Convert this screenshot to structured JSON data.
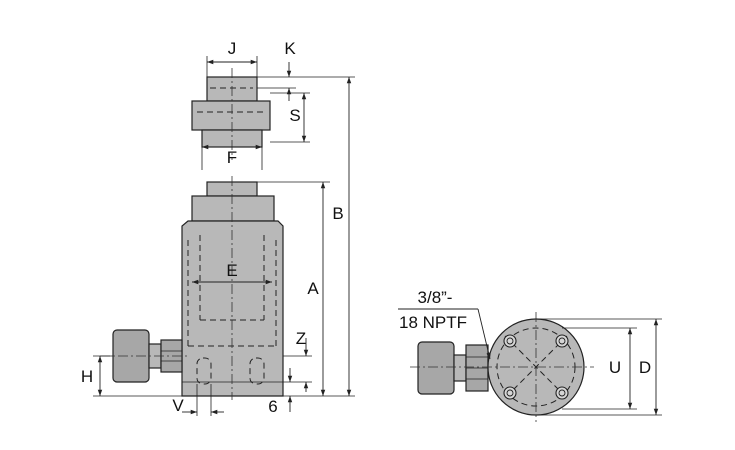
{
  "labels": {
    "J": "J",
    "K": "K",
    "S": "S",
    "F": "F",
    "B": "B",
    "E": "E",
    "A": "A",
    "Z": "Z",
    "H": "H",
    "V": "V",
    "six": "6",
    "port_line1": "3/8”-",
    "port_line2": "18 NPTF",
    "U": "U",
    "D": "D"
  },
  "colors": {
    "body_fill": "#b8b8b8",
    "line": "#222222",
    "background": "#ffffff"
  }
}
